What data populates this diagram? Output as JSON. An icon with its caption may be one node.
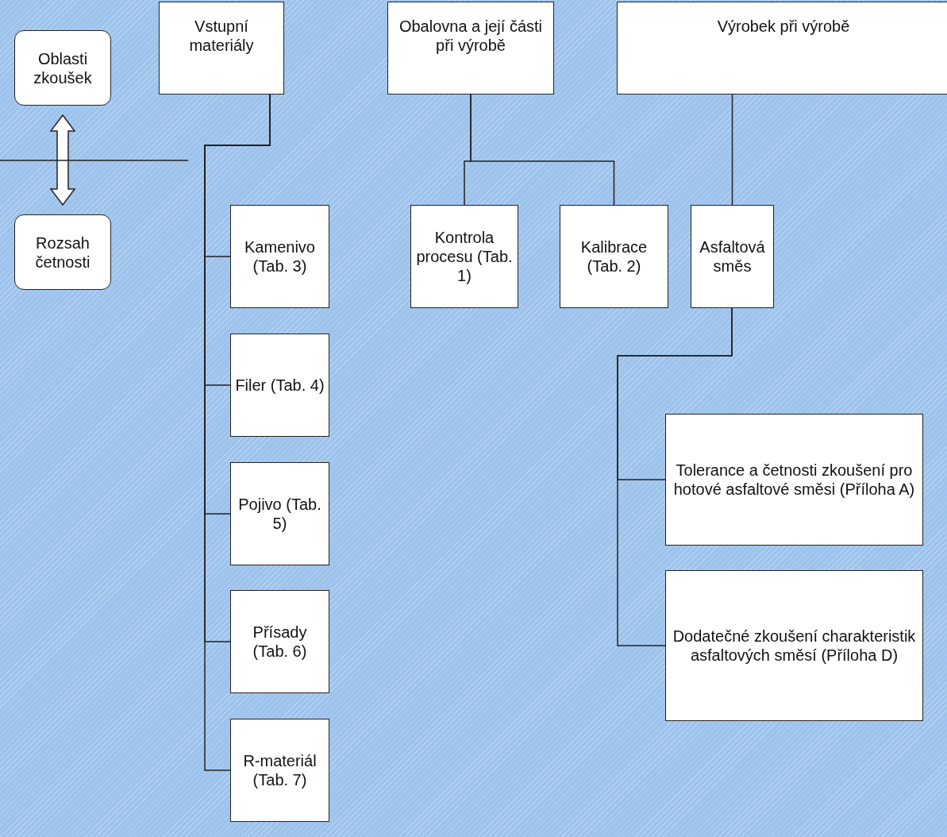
{
  "diagram": {
    "nodes": [
      {
        "text": [
          "Oblasti zkoušek"
        ]
      },
      {
        "text": [
          "Rozsah četnosti"
        ]
      },
      {
        "text": [
          "Vstupní materiály"
        ]
      },
      {
        "text": [
          "Obalovna a její části při výrobě"
        ]
      },
      {
        "text": [
          "Výrobek při výrobě"
        ]
      },
      {
        "text": [
          "Kamenivo (Tab. 3)"
        ]
      },
      {
        "text": [
          "Filer (Tab. 4)"
        ]
      },
      {
        "text": [
          "Pojivo (Tab. 5)"
        ]
      },
      {
        "text": [
          "Přísady (Tab. 6)"
        ]
      },
      {
        "text": [
          "R-materiál (Tab. 7)"
        ]
      },
      {
        "text": [
          "Kontrola procesu (Tab. 1)"
        ]
      },
      {
        "text": [
          "Kalibrace (Tab. 2)"
        ]
      },
      {
        "text": [
          "Asfaltová směs"
        ]
      },
      {
        "text": [
          "Tolerance a četnosti zkoušení pro hotové asfaltové směsi (Příloha A)"
        ]
      },
      {
        "text": [
          "Dodatečné zkoušení charakteristik asfaltových směsí (Příloha D)"
        ]
      }
    ],
    "edges": [
      {
        "from": 0,
        "to": 1,
        "arrow": "both"
      },
      {
        "from": 2,
        "to": 5,
        "arrow": "none"
      },
      {
        "from": 2,
        "to": 6,
        "arrow": "none"
      },
      {
        "from": 2,
        "to": 7,
        "arrow": "none"
      },
      {
        "from": 2,
        "to": 8,
        "arrow": "none"
      },
      {
        "from": 2,
        "to": 9,
        "arrow": "none"
      },
      {
        "from": 3,
        "to": 10,
        "arrow": "none"
      },
      {
        "from": 3,
        "to": 11,
        "arrow": "none"
      },
      {
        "from": 4,
        "to": 12,
        "arrow": "none"
      },
      {
        "from": 12,
        "to": 13,
        "arrow": "none"
      },
      {
        "from": 12,
        "to": 14,
        "arrow": "none"
      }
    ]
  }
}
